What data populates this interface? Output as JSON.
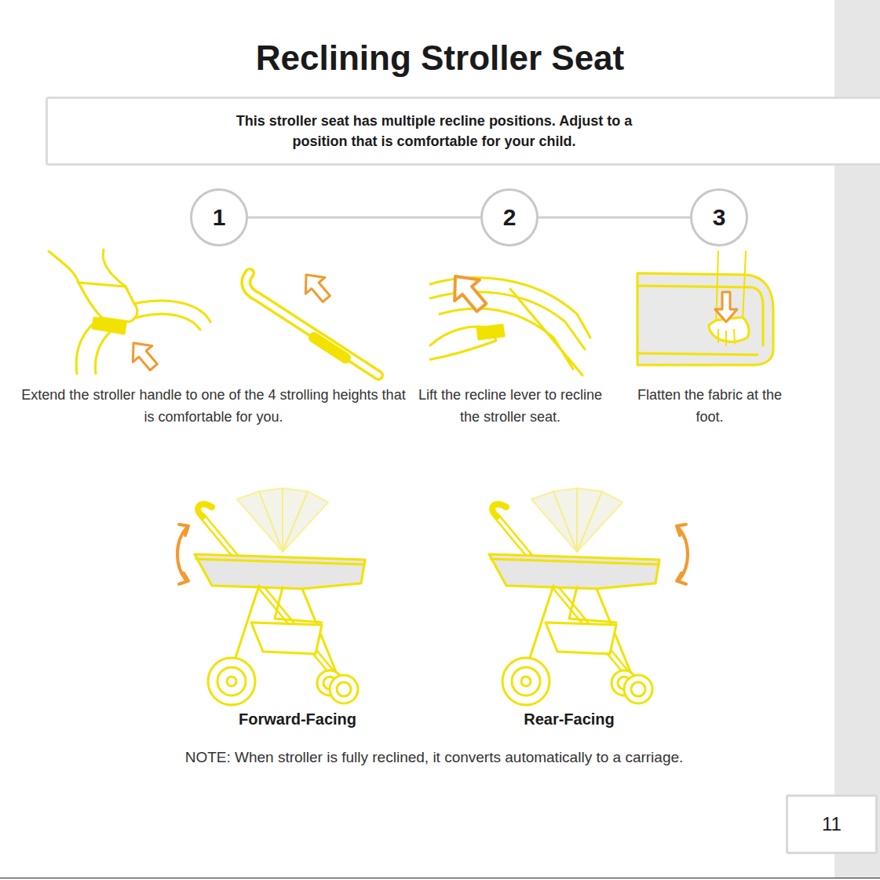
{
  "diagram": {
    "title": "Reclining Stroller Seat",
    "nodes": [
      {
        "text": [
          "This stroller seat has multiple recline positions. Adjust to a position that is comfortable for your child."
        ]
      },
      {
        "text": [
          "1"
        ]
      },
      {
        "text": [
          "2"
        ]
      },
      {
        "text": [
          "3"
        ]
      },
      {
        "text": [
          "11"
        ]
      }
    ],
    "edges": [
      {
        "from": 1,
        "to": 2,
        "arrow": "none"
      },
      {
        "from": 2,
        "to": 3,
        "arrow": "none"
      }
    ],
    "labels": [
      "Extend the stroller handle to one of the 4 strolling heights that is comfortable for you.",
      "Lift the recline lever to recline the stroller seat.",
      "Flatten the fabric at the foot.",
      "Forward-Facing",
      "Rear-Facing",
      "NOTE: When stroller is fully reclined, it converts automatically to a carriage."
    ]
  }
}
